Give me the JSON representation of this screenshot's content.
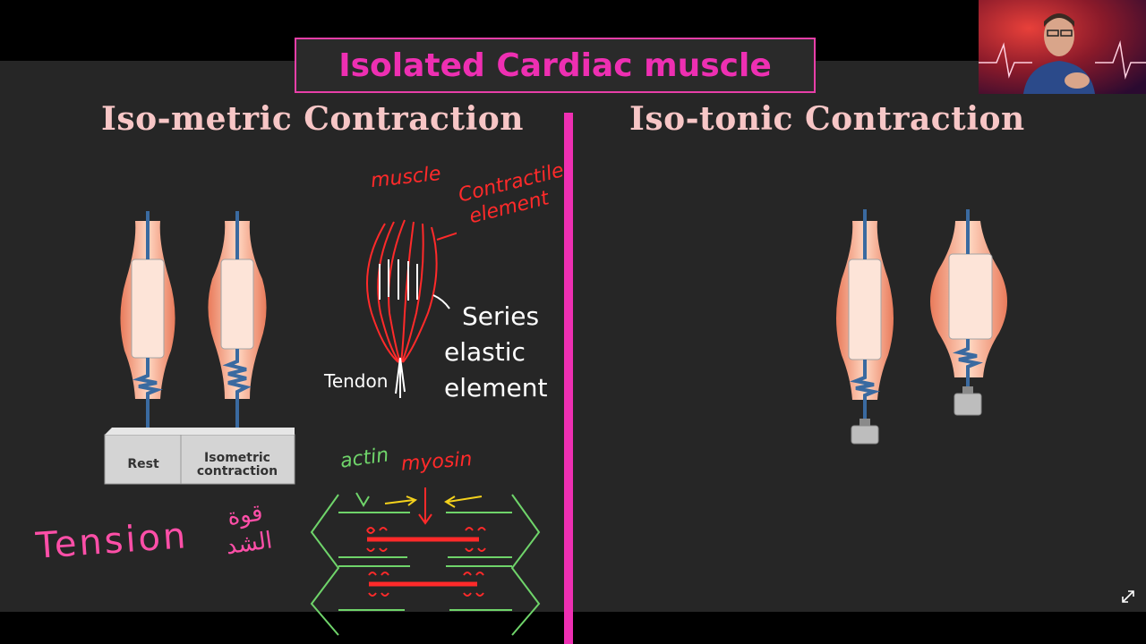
{
  "slide": {
    "title": "Isolated Cardiac muscle",
    "left_heading": "Iso-metric  Contraction",
    "right_heading": "Iso-tonic  Contraction"
  },
  "figure_labels": {
    "rest": "Rest",
    "isometric_line1": "Isometric",
    "isometric_line2": "contraction"
  },
  "annotations": {
    "muscle": "muscle",
    "contractile_line1": "Contractile",
    "contractile_line2": "element",
    "series_line1": "Series",
    "series_line2": "elastic",
    "series_line3": "element",
    "tendon": "Tendon",
    "actin": "actin",
    "myosin": "myosin",
    "tension": "Tension",
    "arabic_line1": "قوة",
    "arabic_line2": "الشد"
  },
  "icons": {
    "expand": "expand-icon"
  },
  "colors": {
    "title_pink": "#ee2fb2",
    "heading_pink": "#f7c6c6",
    "red_ink": "#ff2a2a",
    "white_ink": "#ffffff",
    "green_ink": "#6fd46a",
    "yellow_ink": "#f5d21c",
    "pink_ink": "#ff4fa8"
  }
}
